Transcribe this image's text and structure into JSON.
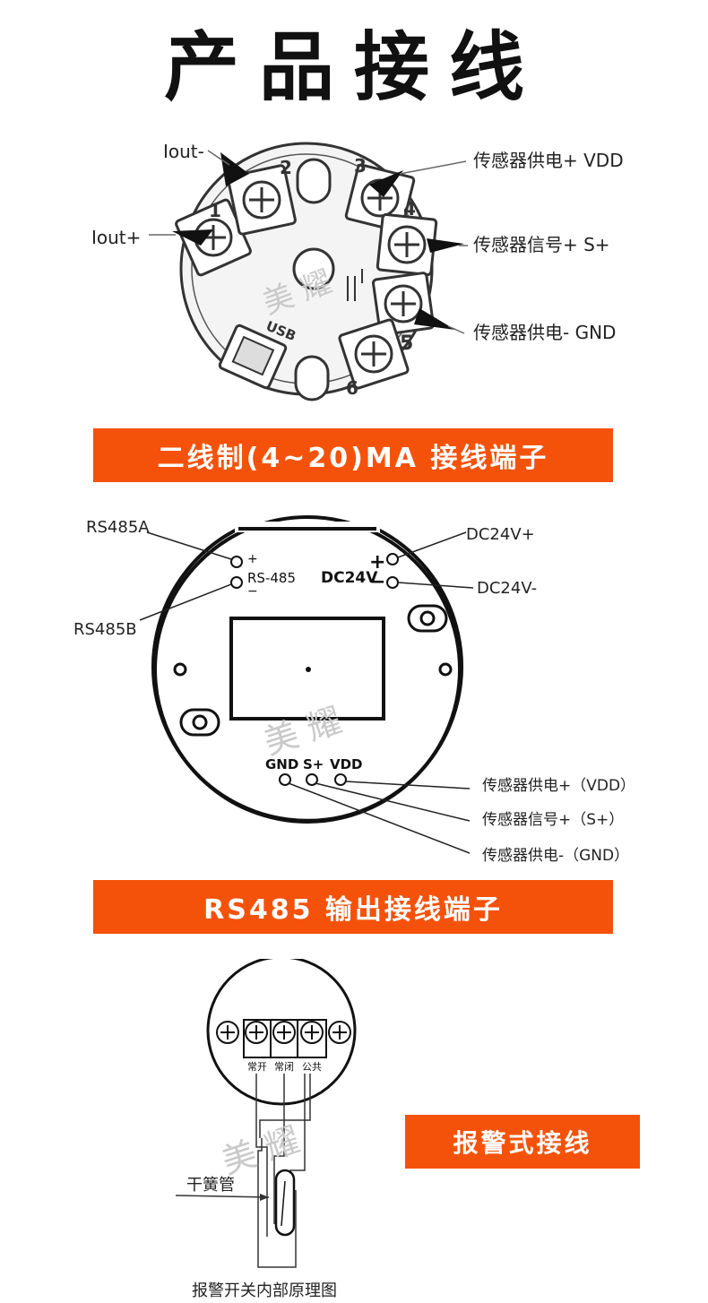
{
  "title": "产品接线",
  "section1": {
    "banner": "二线制(4~20)MA 接线端子",
    "labels": {
      "iout_minus": "Iout-",
      "iout_plus": "Iout+",
      "vdd": "传感器供电+ VDD",
      "signal": "传感器信号+ S+",
      "gnd": "传感器供电- GND",
      "usb": "USB"
    },
    "terminals": [
      "1",
      "2",
      "3",
      "4",
      "5",
      "6"
    ],
    "watermark": "美 耀"
  },
  "section2": {
    "banner": "RS485 输出接线端子",
    "labels": {
      "rs485a": "RS485A",
      "rs485b": "RS485B",
      "rs485_plus": "+",
      "rs485_mark": "RS-485",
      "rs485_minus": "−",
      "dc24v_plus": "DC24V+",
      "dc24v_minus": "DC24V-",
      "dc24v_board": "DC24V",
      "board_plus": "+",
      "board_minus": "−",
      "gnd": "GND",
      "s_plus": "S+",
      "vdd": "VDD",
      "callout_vdd": "传感器供电+（VDD）",
      "callout_s": "传感器信号+（S+）",
      "callout_gnd": "传感器供电-（GND）"
    },
    "watermark": "美 耀"
  },
  "section3": {
    "banner": "报警式接线",
    "labels": {
      "no": "常开",
      "nc": "常闭",
      "com": "公共",
      "reed": "干簧管",
      "caption": "报警开关内部原理图"
    },
    "watermark": "美 耀"
  }
}
